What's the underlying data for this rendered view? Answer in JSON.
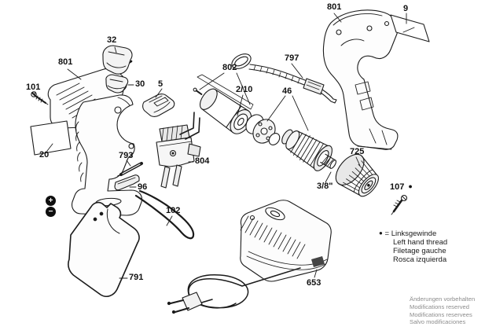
{
  "labels": {
    "cover_801": "801",
    "clip_32": "32",
    "screw_101": "101",
    "clip_30": "30",
    "latch_5": "5",
    "sticker_20": "20",
    "pin_793": "793",
    "clip_96": "96",
    "switch_804": "804",
    "wire_102": "102",
    "battery_791": "791",
    "bracket_802": "802",
    "pinion_2_10": "2/10",
    "strap_797": "797",
    "gearbox_46": "46",
    "housing_801": "801",
    "plate_9": "9",
    "chuck_725": "725",
    "spindle_3_8": "3/8\"",
    "screw_107": "107",
    "charger_653": "653"
  },
  "symbols": {
    "left_hand_thread_dot": "●",
    "battery_plus": "+",
    "battery_minus": "−"
  },
  "legend": {
    "symbol": "●",
    "equals": "=",
    "line1": "Linksgewinde",
    "line2": "Left hand thread",
    "line3": "Filetage gauche",
    "line4": "Rosca izquierda"
  },
  "footer": {
    "line1": "Änderungen vorbehalten",
    "line2": "Modifications reserved",
    "line3": "Modifications reservees",
    "line4": "Salvo modificaciones"
  },
  "colors": {
    "line": "#1b1b1b",
    "muted_text": "#8d8d8d"
  }
}
